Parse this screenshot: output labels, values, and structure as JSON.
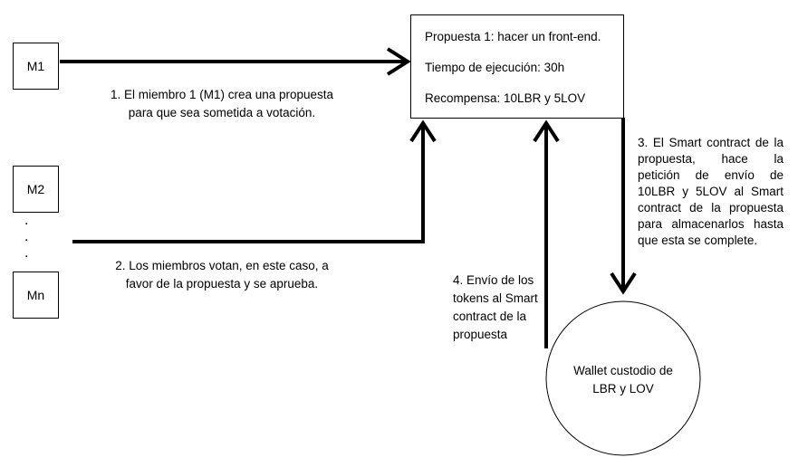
{
  "members": {
    "m1": "M1",
    "m2": "M2",
    "mn": "Mn",
    "ellipsis": "."
  },
  "proposal": {
    "line1": "Propuesta 1: hacer un front-end.",
    "line2": "Tiempo de ejecución: 30h",
    "line3": "Recompensa: 10LBR y 5LOV"
  },
  "steps": {
    "step1_a": "1. El miembro 1 (M1) crea una propuesta",
    "step1_b": "para que sea sometida a votación.",
    "step2_a": "2. Los miembros votan, en este caso, a",
    "step2_b": "favor de la propuesta y se aprueba.",
    "step3": "3. El Smart contract de la propuesta, hace la petición de envío de 10LBR y 5LOV al Smart contract de la propuesta para almacenarlos hasta que esta se complete.",
    "step4": "4. Envío de los tokens al Smart contract de la propuesta"
  },
  "wallet": {
    "line1": "Wallet custodio de",
    "line2": "LBR y LOV"
  }
}
